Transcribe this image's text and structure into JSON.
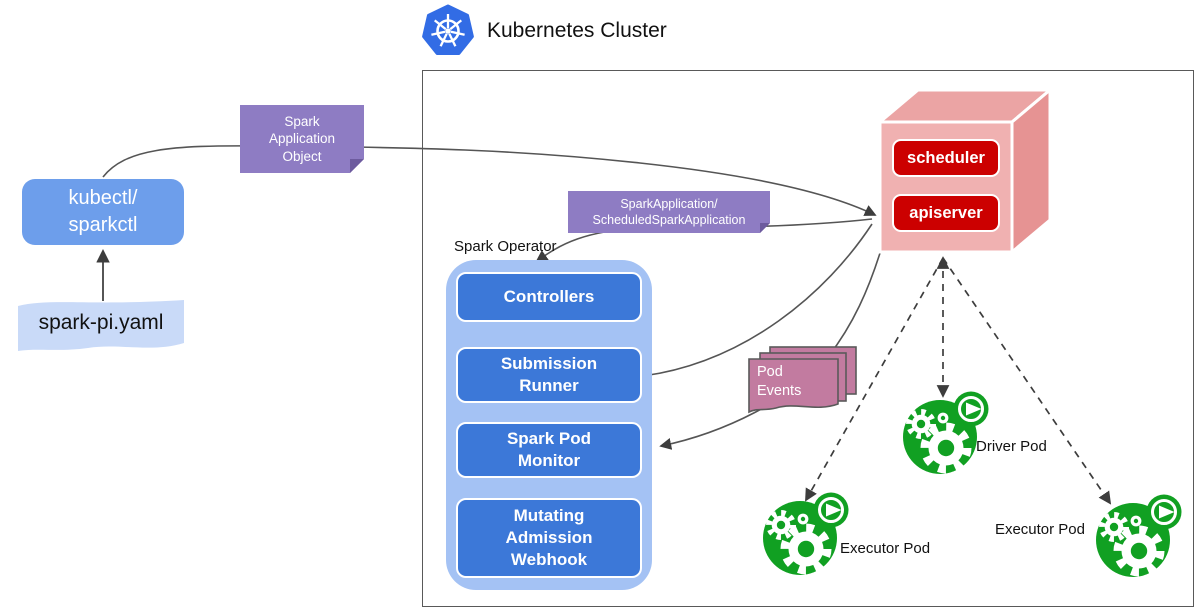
{
  "header": {
    "title": "Kubernetes Cluster"
  },
  "cli": {
    "label": "kubectl/\nsparkctl"
  },
  "yaml_file": {
    "label": "spark-pi.yaml"
  },
  "notes": {
    "spark_app_object": {
      "label": "Spark\nApplication\nObject"
    },
    "spark_application": {
      "label": "SparkApplication/\nScheduledSparkApplication"
    }
  },
  "operator": {
    "title": "Spark Operator",
    "components": [
      {
        "label": "Controllers"
      },
      {
        "label": "Submission\nRunner"
      },
      {
        "label": "Spark Pod\nMonitor"
      },
      {
        "label": "Mutating\nAdmission\nWebhook"
      }
    ]
  },
  "control_plane": {
    "scheduler_label": "scheduler",
    "apiserver_label": "apiserver"
  },
  "events": {
    "label": "Pod\nEvents"
  },
  "pods": {
    "driver": {
      "label": "Driver Pod"
    },
    "executor_left": {
      "label": "Executor Pod"
    },
    "executor_right": {
      "label": "Executor Pod"
    }
  },
  "icons": {
    "kubernetes_logo": "blue heptagon with white helm wheel",
    "spark_pod": "green circle with white gears and play badge",
    "arrow": "solid dark triangle arrowhead"
  },
  "colors": {
    "k8s_blue": "#326ce5",
    "cli_blue": "#6d9eeb",
    "yaml_doc_blue": "#c9daf8",
    "note_purple": "#8e7cc3",
    "operator_fill": "#a4c2f4",
    "component_blue": "#3c78d8",
    "control_red": "#cc0000",
    "cube_pink_front": "#f0b1b1",
    "events_pink": "#c27ba0",
    "pod_green": "#11a022",
    "line_gray": "#555555"
  }
}
